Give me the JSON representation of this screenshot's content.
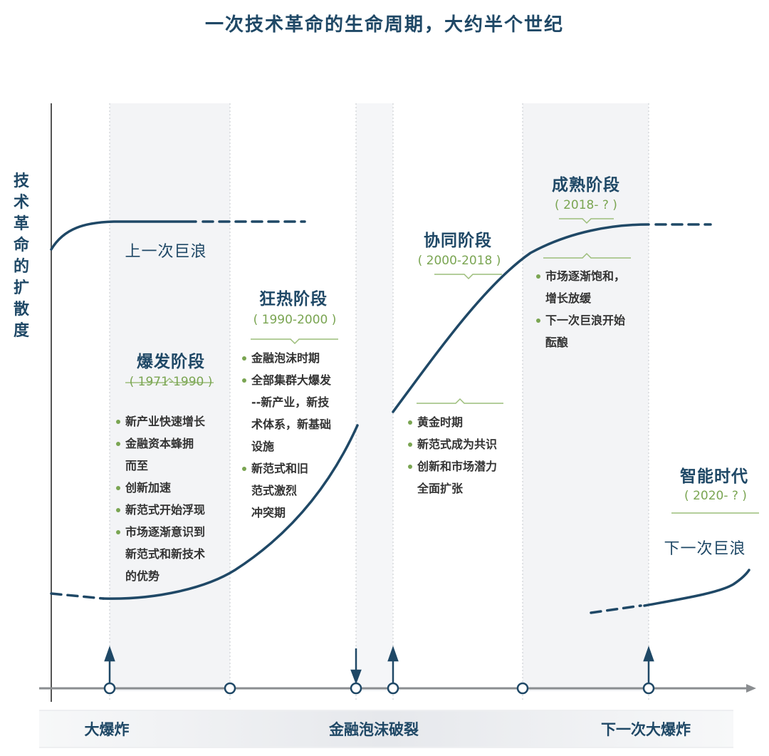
{
  "title": "一次技术革命的生命周期，大约半个世纪",
  "y_axis_label": "技术革命的扩散度",
  "wave_labels": {
    "previous": "上一次巨浪",
    "next": "下一次巨浪"
  },
  "stages": [
    {
      "title": "爆发阶段",
      "years": "( 1971-1990 )",
      "bullets": [
        [
          "新产业快速增长"
        ],
        [
          "金融资本蜂拥",
          "而至"
        ],
        [
          "创新加速"
        ],
        [
          "新范式开始浮现"
        ],
        [
          "市场逐渐意识到",
          "新范式和新技术",
          "的优势"
        ]
      ]
    },
    {
      "title": "狂热阶段",
      "years": "( 1990-2000 )",
      "bullets": [
        [
          "金融泡沫时期"
        ],
        [
          "全部集群大爆发",
          "--新产业，新技",
          "术体系，新基础",
          "设施"
        ],
        [
          "新范式和旧",
          "范式激烈",
          "冲突期"
        ]
      ]
    },
    {
      "title": "协同阶段",
      "years": "( 2000-2018 )",
      "bullets": [
        [
          "黄金时期"
        ],
        [
          "新范式成为共识"
        ],
        [
          "创新和市场潜力",
          "全面扩张"
        ]
      ]
    },
    {
      "title": "成熟阶段",
      "years": "( 2018- ? )",
      "bullets": [
        [
          "市场逐渐饱和，",
          "增长放缓"
        ],
        [
          "下一次巨浪开始",
          "酝酿"
        ]
      ]
    },
    {
      "title": "智能时代",
      "years": "( 2020- ? )",
      "bullets": []
    }
  ],
  "events": {
    "big_bang": "大爆炸",
    "bubble_burst": "金融泡沫破裂",
    "next_big_bang": "下一次大爆炸"
  },
  "colors": {
    "navy": "#1f4866",
    "green": "#7aa552",
    "band": "#f3f4f6"
  }
}
